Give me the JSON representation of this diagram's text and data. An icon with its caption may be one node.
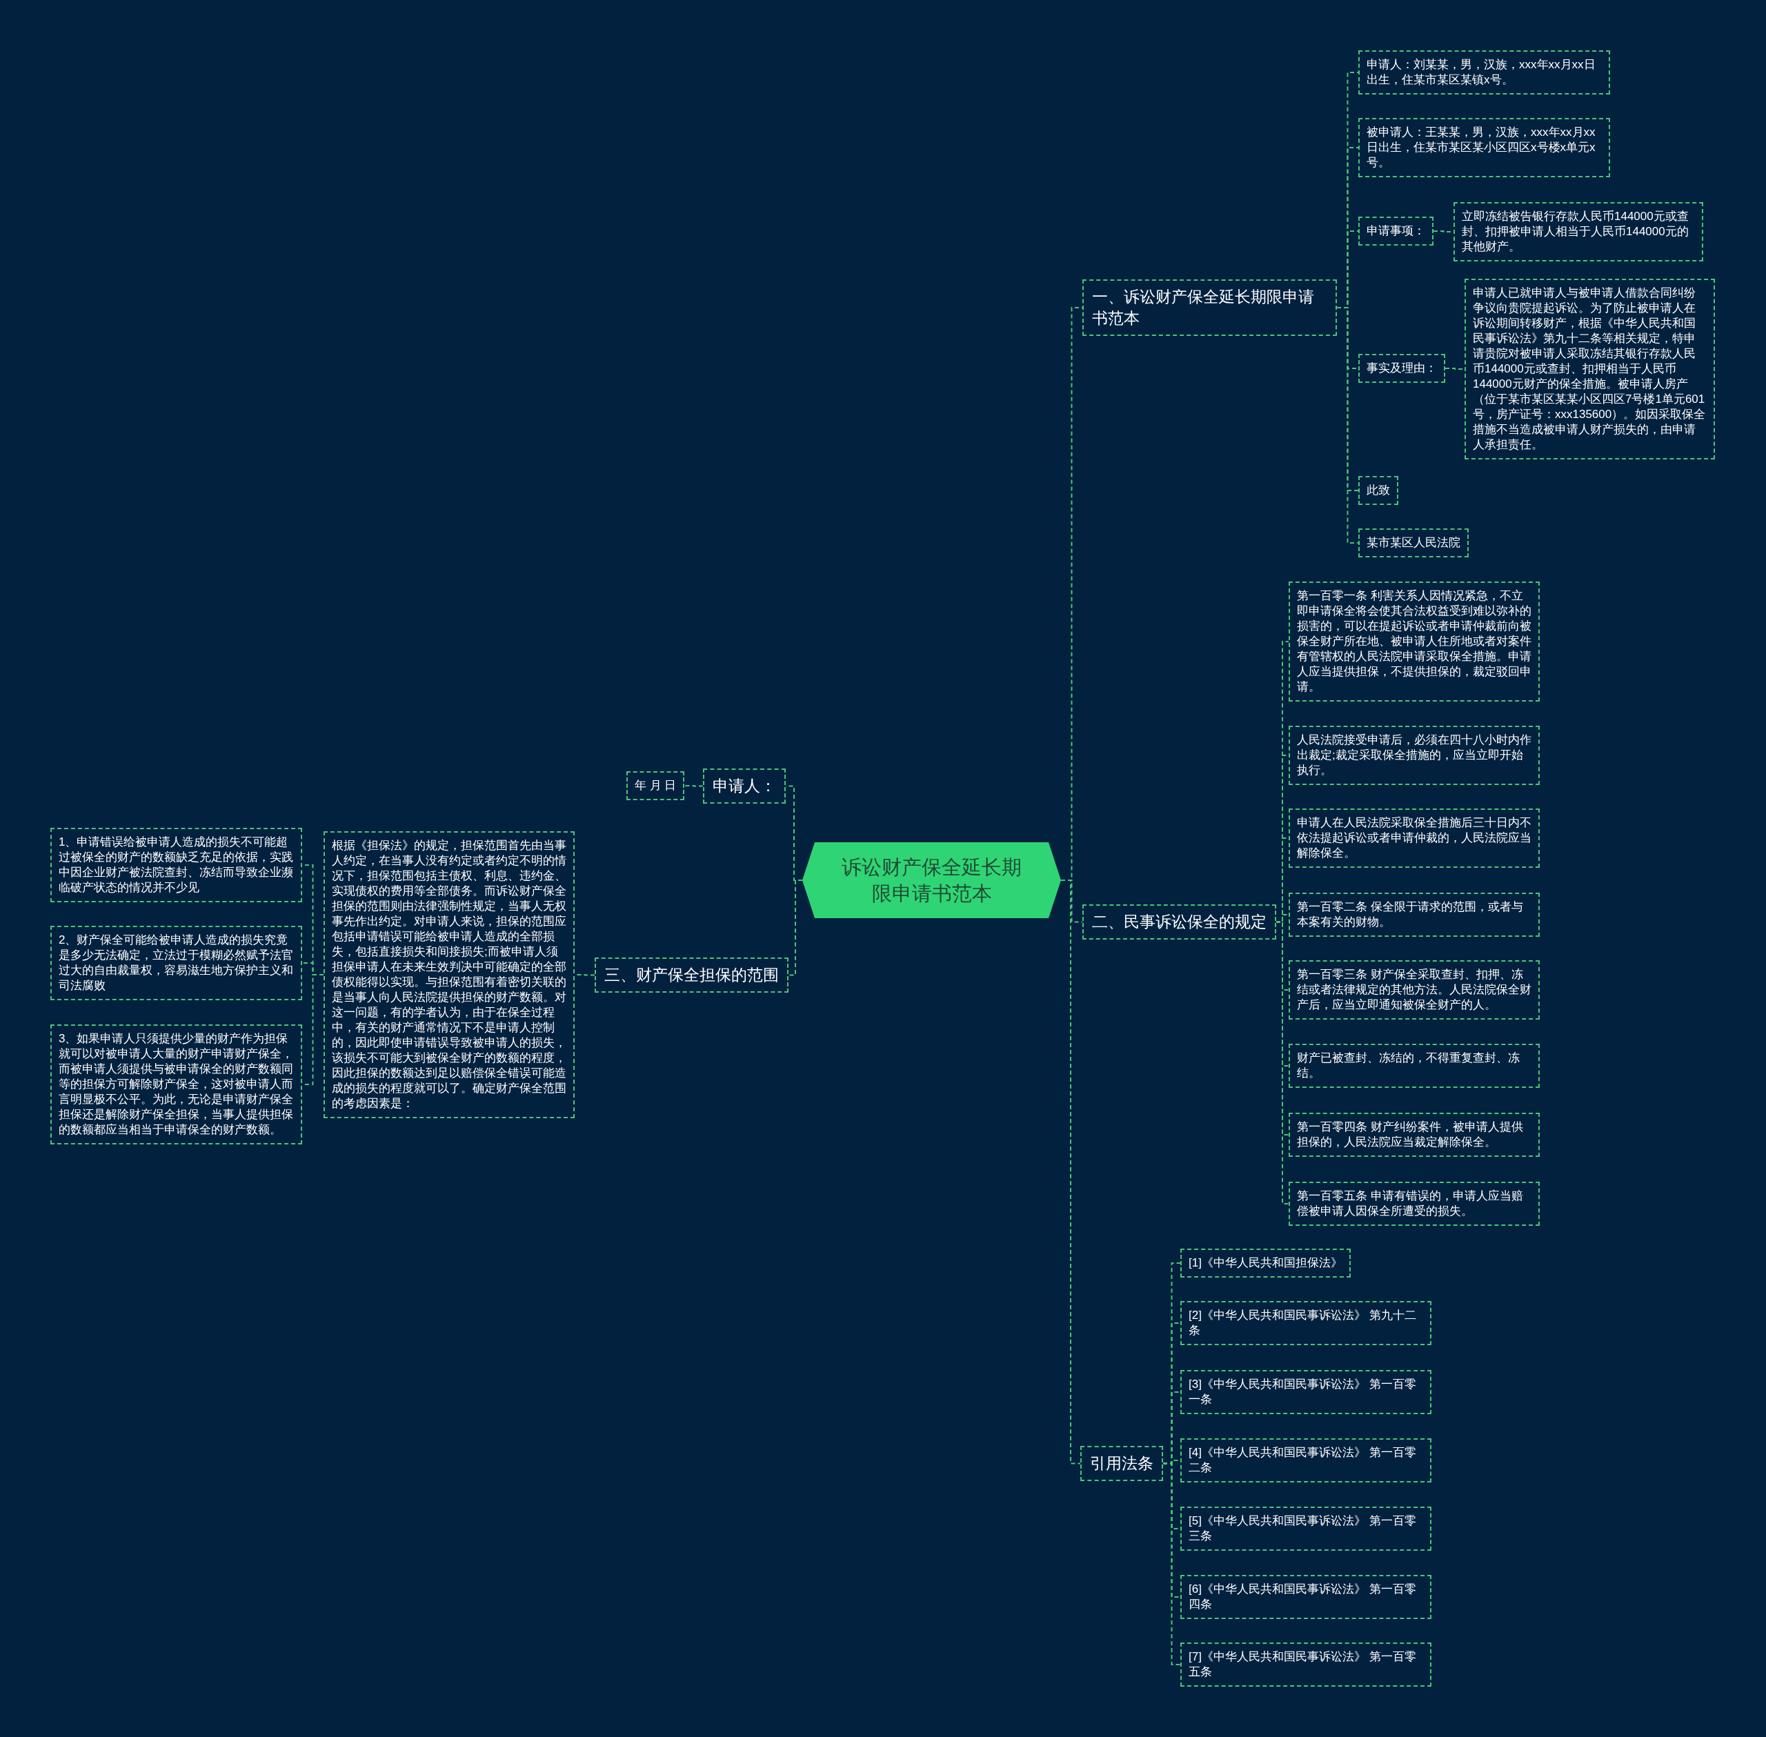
{
  "diagram": {
    "nodes": [
      {
        "text": [
          "诉讼财产保全延长期限申请书范本"
        ]
      },
      {
        "text": [
          "一、诉讼财产保全延长期限申请书范本"
        ]
      },
      {
        "text": [
          "申请人：刘某某，男，汉族，xxx年xx月xx日出生，住某市某区某镇x号。"
        ]
      },
      {
        "text": [
          "被申请人：王某某，男，汉族，xxx年xx月xx日出生，住某市某区某小区四区x号楼x单元x号。"
        ]
      },
      {
        "text": [
          "申请事项："
        ]
      },
      {
        "text": [
          "立即冻结被告银行存款人民币144000元或查封、扣押被申请人相当于人民币144000元的其他财产。"
        ]
      },
      {
        "text": [
          "事实及理由："
        ]
      },
      {
        "text": [
          "申请人已就申请人与被申请人借款合同纠纷争议向贵院提起诉讼。为了防止被申请人在诉讼期间转移财产，根据《中华人民共和国民事诉讼法》第九十二条等相关规定，特申请贵院对被申请人采取冻结其银行存款人民币144000元或查封、扣押相当于人民币144000元财产的保全措施。被申请人房产（位于某市某区某某小区四区7号楼1单元601号，房产证号：xxx135600）。如因采取保全措施不当造成被申请人财产损失的，由申请人承担责任。"
        ]
      },
      {
        "text": [
          "此致"
        ]
      },
      {
        "text": [
          "某市某区人民法院"
        ]
      },
      {
        "text": [
          "二、民事诉讼保全的规定"
        ]
      },
      {
        "text": [
          "第一百零一条 利害关系人因情况紧急，不立即申请保全将会使其合法权益受到难以弥补的损害的，可以在提起诉讼或者申请仲裁前向被保全财产所在地、被申请人住所地或者对案件有管辖权的人民法院申请采取保全措施。申请人应当提供担保，不提供担保的，裁定驳回申请。"
        ]
      },
      {
        "text": [
          "人民法院接受申请后，必须在四十八小时内作出裁定;裁定采取保全措施的，应当立即开始执行。"
        ]
      },
      {
        "text": [
          "申请人在人民法院采取保全措施后三十日内不依法提起诉讼或者申请仲裁的，人民法院应当解除保全。"
        ]
      },
      {
        "text": [
          "第一百零二条 保全限于请求的范围，或者与本案有关的财物。"
        ]
      },
      {
        "text": [
          "第一百零三条 财产保全采取查封、扣押、冻结或者法律规定的其他方法。人民法院保全财产后，应当立即通知被保全财产的人。"
        ]
      },
      {
        "text": [
          "财产已被查封、冻结的，不得重复查封、冻结。"
        ]
      },
      {
        "text": [
          "第一百零四条 财产纠纷案件，被申请人提供担保的，人民法院应当裁定解除保全。"
        ]
      },
      {
        "text": [
          "第一百零五条 申请有错误的，申请人应当赔偿被申请人因保全所遭受的损失。"
        ]
      },
      {
        "text": [
          "引用法条"
        ]
      },
      {
        "text": [
          "[1]《中华人民共和国担保法》"
        ]
      },
      {
        "text": [
          "[2]《中华人民共和国民事诉讼法》 第九十二条"
        ]
      },
      {
        "text": [
          "[3]《中华人民共和国民事诉讼法》 第一百零一条"
        ]
      },
      {
        "text": [
          "[4]《中华人民共和国民事诉讼法》 第一百零二条"
        ]
      },
      {
        "text": [
          "[5]《中华人民共和国民事诉讼法》 第一百零三条"
        ]
      },
      {
        "text": [
          "[6]《中华人民共和国民事诉讼法》 第一百零四条"
        ]
      },
      {
        "text": [
          "[7]《中华人民共和国民事诉讼法》 第一百零五条"
        ]
      },
      {
        "text": [
          "申请人："
        ]
      },
      {
        "text": [
          "年 月 日"
        ]
      },
      {
        "text": [
          "三、财产保全担保的范围"
        ]
      },
      {
        "text": [
          "根据《担保法》的规定，担保范围首先由当事人约定，在当事人没有约定或者约定不明的情况下，担保范围包括主债权、利息、违约金、实现债权的费用等全部债务。而诉讼财产保全担保的范围则由法律强制性规定，当事人无权事先作出约定。对申请人来说，担保的范围应包括申请错误可能给被申请人造成的全部损失，包括直接损失和间接损失;而被申请人须担保申请人在未来生效判决中可能确定的全部债权能得以实现。与担保范围有着密切关联的是当事人向人民法院提供担保的财产数额。对这一问题，有的学者认为，由于在保全过程中，有关的财产通常情况下不是申请人控制的，因此即使申请错误导致被申请人的损失，该损失不可能大到被保全财产的数额的程度，因此担保的数额达到足以赔偿保全错误可能造成的损失的程度就可以了。确定财产保全范围的考虑因素是："
        ]
      },
      {
        "text": [
          "1、申请错误给被申请人造成的损失不可能超过被保全的财产的数额缺乏充足的依据，实践中因企业财产被法院查封、冻结而导致企业濒临破产状态的情况并不少见"
        ]
      },
      {
        "text": [
          "2、财产保全可能给被申请人造成的损失究竟是多少无法确定，立法过于模糊必然赋予法官过大的自由裁量权，容易滋生地方保护主义和司法腐败"
        ]
      },
      {
        "text": [
          "3、如果申请人只须提供少量的财产作为担保就可以对被申请人大量的财产申请财产保全，而被申请人须提供与被申请保全的财产数额同等的担保方可解除财产保全，这对被申请人而言明显极不公平。为此，无论是申请财产保全担保还是解除财产保全担保，当事人提供担保的数额都应当相当于申请保全的财产数额。"
        ]
      }
    ],
    "edges": [
      {
        "from": 0,
        "to": 1,
        "arrow": "none"
      },
      {
        "from": 1,
        "to": 2,
        "arrow": "none"
      },
      {
        "from": 1,
        "to": 3,
        "arrow": "none"
      },
      {
        "from": 1,
        "to": 4,
        "arrow": "none"
      },
      {
        "from": 4,
        "to": 5,
        "arrow": "none"
      },
      {
        "from": 1,
        "to": 6,
        "arrow": "none"
      },
      {
        "from": 6,
        "to": 7,
        "arrow": "none"
      },
      {
        "from": 1,
        "to": 8,
        "arrow": "none"
      },
      {
        "from": 1,
        "to": 9,
        "arrow": "none"
      },
      {
        "from": 0,
        "to": 10,
        "arrow": "none"
      },
      {
        "from": 10,
        "to": 11,
        "arrow": "none"
      },
      {
        "from": 10,
        "to": 12,
        "arrow": "none"
      },
      {
        "from": 10,
        "to": 13,
        "arrow": "none"
      },
      {
        "from": 10,
        "to": 14,
        "arrow": "none"
      },
      {
        "from": 10,
        "to": 15,
        "arrow": "none"
      },
      {
        "from": 10,
        "to": 16,
        "arrow": "none"
      },
      {
        "from": 10,
        "to": 17,
        "arrow": "none"
      },
      {
        "from": 10,
        "to": 18,
        "arrow": "none"
      },
      {
        "from": 0,
        "to": 19,
        "arrow": "none"
      },
      {
        "from": 19,
        "to": 20,
        "arrow": "none"
      },
      {
        "from": 19,
        "to": 21,
        "arrow": "none"
      },
      {
        "from": 19,
        "to": 22,
        "arrow": "none"
      },
      {
        "from": 19,
        "to": 23,
        "arrow": "none"
      },
      {
        "from": 19,
        "to": 24,
        "arrow": "none"
      },
      {
        "from": 19,
        "to": 25,
        "arrow": "none"
      },
      {
        "from": 19,
        "to": 26,
        "arrow": "none"
      },
      {
        "from": 0,
        "to": 27,
        "arrow": "none"
      },
      {
        "from": 27,
        "to": 28,
        "arrow": "none"
      },
      {
        "from": 0,
        "to": 29,
        "arrow": "none"
      },
      {
        "from": 29,
        "to": 30,
        "arrow": "none"
      },
      {
        "from": 30,
        "to": 31,
        "arrow": "none"
      },
      {
        "from": 30,
        "to": 32,
        "arrow": "none"
      },
      {
        "from": 30,
        "to": 33,
        "arrow": "none"
      }
    ]
  }
}
